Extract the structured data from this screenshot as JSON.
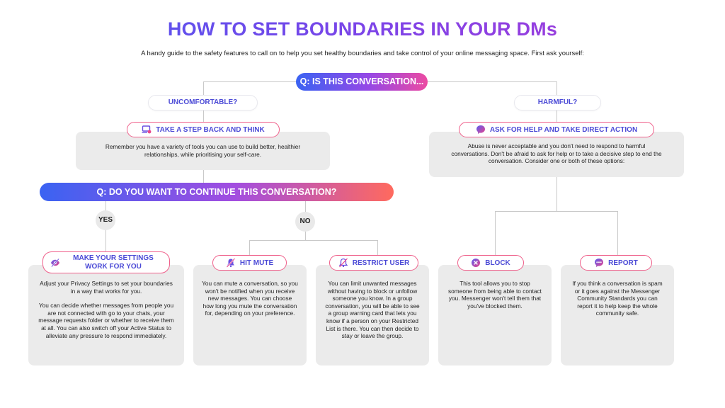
{
  "title": "HOW TO SET BOUNDARIES IN YOUR DMs",
  "subtitle": "A handy guide to the safety features to call on to help you set healthy boundaries and take control of your online messaging space. First ask yourself:",
  "question1": "Q: IS THIS CONVERSATION...",
  "branch_uncomfortable": "UNCOMFORTABLE?",
  "branch_harmful": "HARMFUL?",
  "step_back": {
    "heading": "TAKE A STEP BACK AND THINK",
    "icon": "laptop-person-icon",
    "text": "Remember you have a variety of tools you can use to build better, healthier relationships, while prioritising your self-care."
  },
  "ask_help": {
    "heading": "ASK FOR HELP AND TAKE DIRECT ACTION",
    "icon": "chat-bubble-icon",
    "text": "Abuse is never acceptable and you don't need to respond to harmful conversations. Don't be afraid to ask for help or to take a decisive step to end the conversation. Consider one or both of these options:"
  },
  "question2": "Q: DO YOU WANT TO CONTINUE THIS CONVERSATION?",
  "yes": "YES",
  "no": "NO",
  "settings": {
    "heading": "MAKE YOUR SETTINGS WORK FOR YOU",
    "icon": "eye-slash-icon",
    "text1": "Adjust your Privacy Settings to set your boundaries in a way that works for you.",
    "text2": "You can decide whether messages from people you are not connected with go to your chats, your message requests folder or whether to receive them at all. You can also switch off your Active Status to alleviate any pressure to respond immediately."
  },
  "mute": {
    "heading": "HIT MUTE",
    "icon": "bell-off-icon",
    "text": "You can mute a conversation, so you won't be notified when you receive new messages. You can choose how long you mute the conversation for, depending on your preference."
  },
  "restrict": {
    "heading": "RESTRICT USER",
    "icon": "restrict-bell-icon",
    "text": "You can limit unwanted messages without having to block or unfollow someone you know. In a group conversation, you will be able to see a group warning card that lets you know if a person on your Restricted List is there. You can then decide to stay or leave the group."
  },
  "block": {
    "heading": "BLOCK",
    "icon": "block-x-icon",
    "text": "This tool allows you to stop someone from being able to contact you. Messenger won't tell them that you've blocked them."
  },
  "report": {
    "heading": "REPORT",
    "icon": "report-dots-icon",
    "text": "If you think a conversation is spam or it goes against the Messenger Community Standards you can report it to help keep the whole community safe."
  }
}
